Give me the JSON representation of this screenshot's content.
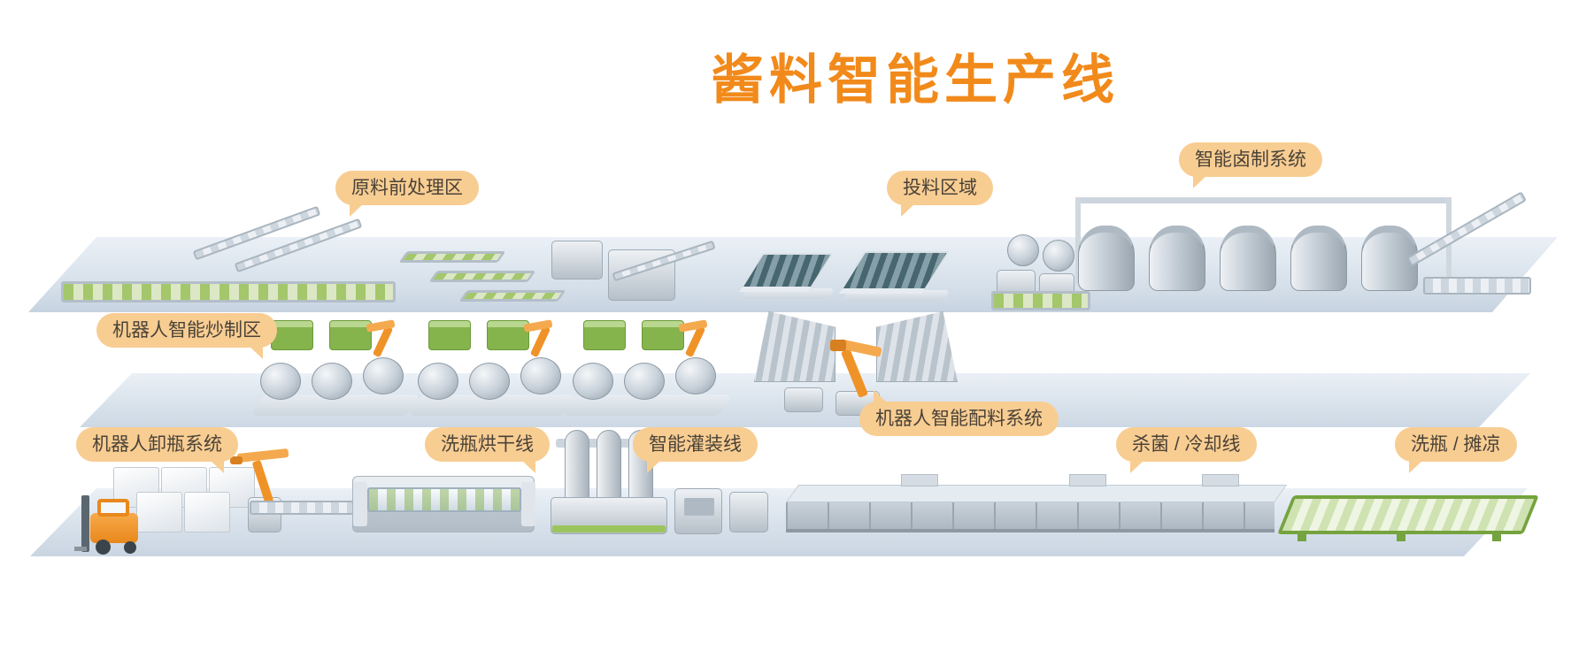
{
  "page": {
    "title": "酱料智能生产线"
  },
  "callouts": [
    {
      "id": "pretreatment",
      "text": "原料前处理区"
    },
    {
      "id": "feeding",
      "text": "投料区域"
    },
    {
      "id": "marinating",
      "text": "智能卤制系统"
    },
    {
      "id": "frying",
      "text": "机器人智能炒制区"
    },
    {
      "id": "batching",
      "text": "机器人智能配料系统"
    },
    {
      "id": "unloading",
      "text": "机器人卸瓶系统"
    },
    {
      "id": "washing_drying",
      "text": "洗瓶烘干线"
    },
    {
      "id": "filling",
      "text": "智能灌装线"
    },
    {
      "id": "sterilization",
      "text": "杀菌 / 冷却线"
    },
    {
      "id": "cooling",
      "text": "洗瓶 / 摊凉"
    }
  ],
  "colors": {
    "title": "#f18a1b",
    "callout_bg": "#f8cd92",
    "callout_text": "#4a4238",
    "platform": "#d9e3ee",
    "machine_green": "#85b44c",
    "robot_orange": "#ef9329",
    "bin_teal": "#47666f"
  }
}
